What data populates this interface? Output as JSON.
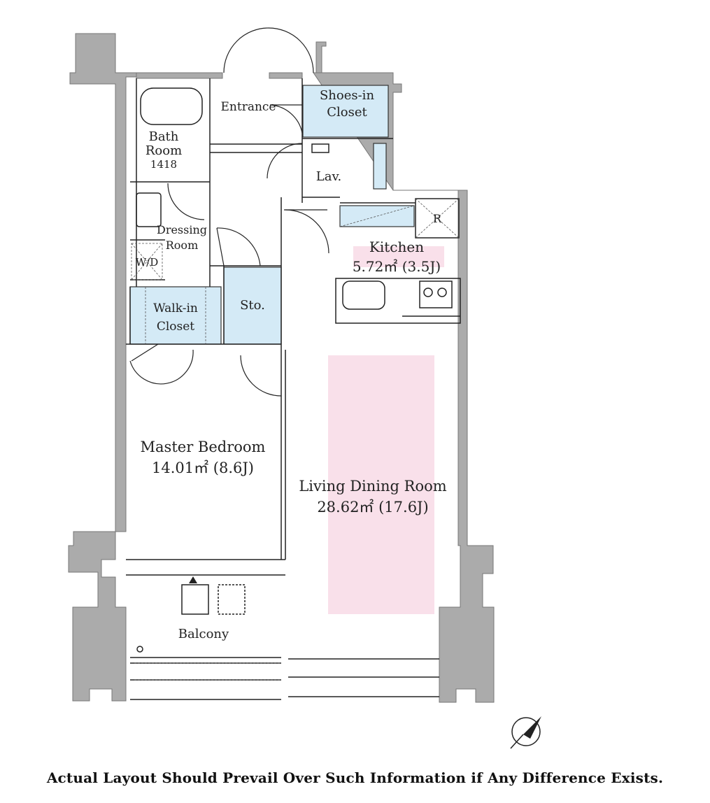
{
  "rooms": {
    "entrance": "Entrance",
    "shoes_closet": [
      "Shoes-in",
      "Closet"
    ],
    "bath_room": [
      "Bath",
      "Room",
      "1418"
    ],
    "lav": "Lav.",
    "dressing_room": [
      "Dressing",
      "Room"
    ],
    "wd": "W/D",
    "walkin_closet": [
      "Walk-in",
      "Closet"
    ],
    "storage": "Sto.",
    "refrigerator": "R",
    "kitchen": {
      "name": "Kitchen",
      "area": "5.72㎡ (3.5J)"
    },
    "master_bedroom": {
      "name": "Master Bedroom",
      "area": "14.01㎡ (8.6J)"
    },
    "living_dining": {
      "name": "Living Dining Room",
      "area": "28.62㎡ (17.6J)"
    },
    "balcony": "Balcony"
  },
  "disclaimer": "Actual Layout Should Prevail Over Such Information if Any Difference Exists.",
  "colors": {
    "wall": "#aaaaaa",
    "closet_fill": "#d4eaf6",
    "highlight_fill": "#f9e0ea",
    "line": "#222222"
  },
  "icons": {
    "north": "compass-north-icon"
  }
}
